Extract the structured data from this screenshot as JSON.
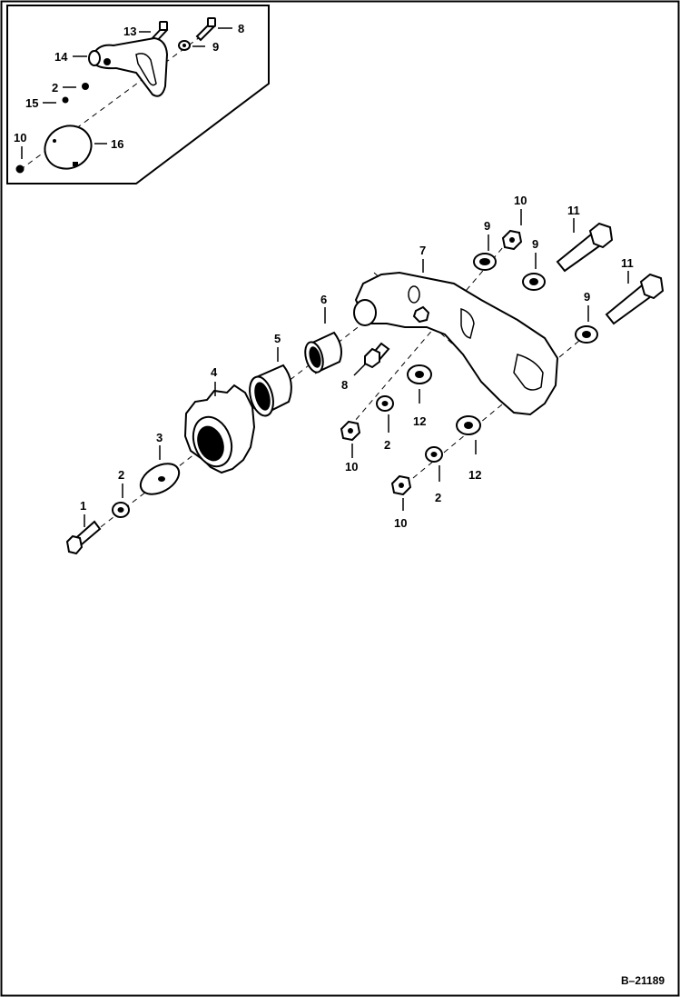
{
  "figure_id": "B–21189",
  "inset_labels": {
    "p13": "13",
    "p8": "8",
    "p14": "14",
    "p9": "9",
    "p2": "2",
    "p15": "15",
    "p10": "10",
    "p16": "16"
  },
  "main_labels": {
    "p1": "1",
    "p2a": "2",
    "p3": "3",
    "p4": "4",
    "p5": "5",
    "p6": "6",
    "p7": "7",
    "p8": "8",
    "p9a": "9",
    "p9b": "9",
    "p9c": "9",
    "p10a": "10",
    "p10b": "10",
    "p10c": "10",
    "p11a": "11",
    "p11b": "11",
    "p12a": "12",
    "p12b": "12",
    "p2b": "2",
    "p2c": "2"
  }
}
